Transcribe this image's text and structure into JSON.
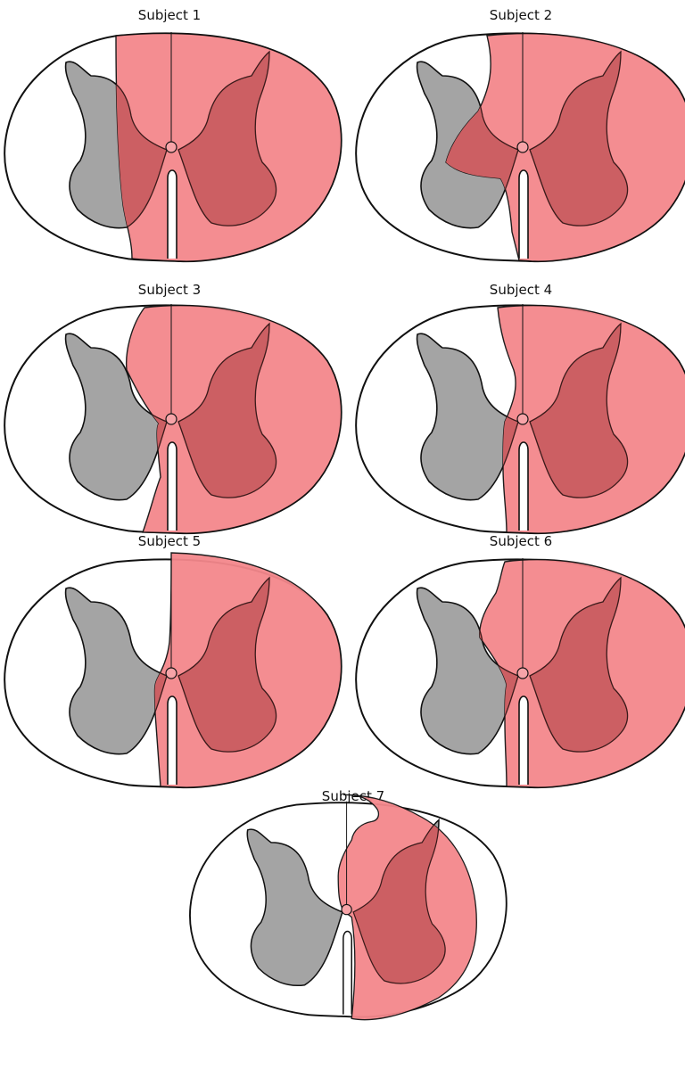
{
  "colors": {
    "white_matter": "#ffffff",
    "grey_matter": "#a4a4a4",
    "lesion": "#f4878c",
    "lesion_over_grey": "#cc5f63",
    "outline": "#111111"
  },
  "panels": [
    {
      "label": "Subject 1",
      "lesion_variant": "vertical-left-of-midline"
    },
    {
      "label": "Subject 2",
      "lesion_variant": "wedge-into-left-grey"
    },
    {
      "label": "Subject 3",
      "lesion_variant": "oblique-left"
    },
    {
      "label": "Subject 4",
      "lesion_variant": "near-midline"
    },
    {
      "label": "Subject 5",
      "lesion_variant": "midline-bulge"
    },
    {
      "label": "Subject 6",
      "lesion_variant": "near-midline-dorsal-left"
    },
    {
      "label": "Subject 7",
      "lesion_variant": "right-hemicord-sparing-dorsal"
    }
  ]
}
